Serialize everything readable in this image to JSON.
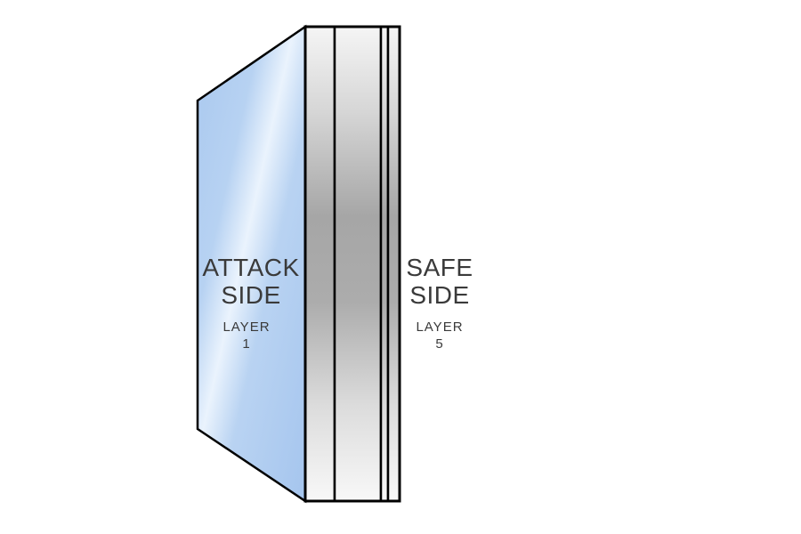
{
  "attack_side": {
    "title_line1": "ATTACK",
    "title_line2": "SIDE",
    "layer_label": "LAYER",
    "layer_number": "1"
  },
  "safe_side": {
    "title_line1": "SAFE",
    "title_line2": "SIDE",
    "layer_label": "LAYER",
    "layer_number": "5"
  },
  "colors": {
    "attack_glass": "#a9c8ef",
    "attack_glass_highlight": "#eaf3fd",
    "interlayer_dark": "#a6a6a6",
    "interlayer_light": "#f6f6f6",
    "outline": "#000000",
    "text": "#3a3a3a"
  }
}
